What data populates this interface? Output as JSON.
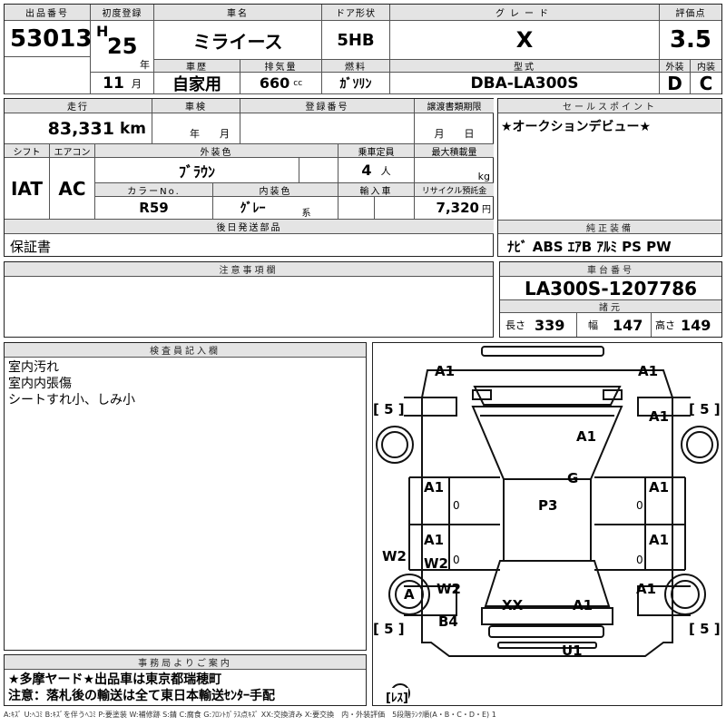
{
  "header": {
    "lot_label": "出品番号",
    "lot_number": "53013",
    "first_reg_label": "初度登録",
    "era": "H",
    "reg_year": "25",
    "year_unit": "年",
    "reg_month": "11",
    "month_unit": "月",
    "car_name_label": "車名",
    "car_name": "ミライース",
    "history_label": "車歴",
    "history": "自家用",
    "displacement_label": "排気量",
    "displacement": "660",
    "displacement_unit": "cc",
    "door_label": "ドア形状",
    "door": "5HB",
    "fuel_label": "燃料",
    "fuel": "ｶﾞｿﾘﾝ",
    "grade_label": "グレード",
    "grade": "X",
    "model_label": "型式",
    "model": "DBA-LA300S",
    "score_label": "評価点",
    "score": "3.5",
    "ext_label": "外装",
    "ext_grade": "D",
    "int_label": "内装",
    "int_grade": "C"
  },
  "row2": {
    "mileage_label": "走行",
    "mileage": "83,331",
    "mileage_unit": "km",
    "inspection_label": "車検",
    "year_unit": "年",
    "month_unit": "月",
    "reg_no_label": "登録番号",
    "transfer_label": "譲渡書類期限",
    "day_unit": "日",
    "shift_label": "シフト",
    "shift": "IAT",
    "ac_label": "エアコン",
    "ac": "AC",
    "color_label": "外装色",
    "color": "ﾌﾞﾗｳﾝ",
    "capacity_label": "乗車定員",
    "capacity": "4",
    "capacity_unit": "人",
    "load_label": "最大積載量",
    "load_unit": "kg",
    "color_no_label": "カラーNo.",
    "color_no": "R59",
    "interior_label": "内装色",
    "interior": "ｸﾞﾚｰ",
    "interior_suffix": "系",
    "import_label": "輸入車",
    "recycle_label": "リサイクル預託金",
    "recycle": "7,320",
    "recycle_unit": "円"
  },
  "sales_point": {
    "label": "セールスポイント",
    "text": "★オークションデビュー★"
  },
  "later_parts": {
    "label": "後日発送部品",
    "text": "保証書"
  },
  "equipment": {
    "label": "純正装備",
    "text": "ﾅﾋﾞ ABS ｴｱB ｱﾙﾐ PS PW"
  },
  "notes": {
    "label": "注意事項欄"
  },
  "chassis": {
    "label": "車台番号",
    "number": "LA300S-1207786",
    "specs_label": "諸元",
    "length_label": "長さ",
    "length": "339",
    "width_label": "幅",
    "width": "147",
    "height_label": "高さ",
    "height": "149"
  },
  "inspector": {
    "label": "検査員記入欄",
    "lines": [
      "室内汚れ",
      "室内内張傷",
      "シートすれ小、しみ小"
    ]
  },
  "office": {
    "label": "事務局よりご案内",
    "line1": "★多摩ヤード★出品車は東京都瑞穂町",
    "line2": "注意：落札後の輸送は全て東日本輸送ｾﾝﾀｰ手配"
  },
  "diagram": {
    "tire_front_left": "[ 5 ]",
    "tire_front_right": "[ 5 ]",
    "tire_rear_left": "[ 5 ]",
    "tire_rear_right": "[ 5 ]",
    "spare": "[ﾚｽ]",
    "marks": {
      "front_left": "A1",
      "front_right": "A1",
      "front_fender_right": "A1",
      "hood": "A1",
      "windshield": "G",
      "front_door_left": "A1",
      "front_door_right": "A1",
      "roof": "P3",
      "rear_door_left": "A1",
      "rear_door_right": "A1",
      "sill_left": "W2",
      "rear_door_left_2": "W2",
      "rear_fender_left": "W2",
      "rear_wheel_left": "A",
      "rear_fender_right": "A1",
      "tailgate_left": "XX",
      "tailgate_right": "A1",
      "rear_corner_left": "B4",
      "rear_bumper": "U1",
      "zero_fl": "0",
      "zero_fr": "0",
      "zero_rl": "0",
      "zero_rr": "0"
    }
  },
  "legend": "A:ｷｽﾞ U:ﾍｺﾐ B:ｷｽﾞを伴うﾍｺﾐ P:要塗装 W:補修跡 S:錆 C:腐食 G:ﾌﾛﾝﾄｶﾞﾗｽ点ｷｽﾞ XX:交換済み X:要交換　内・外装評価　5段階ﾗﾝｸ順(A・B・C・D・E) 1"
}
